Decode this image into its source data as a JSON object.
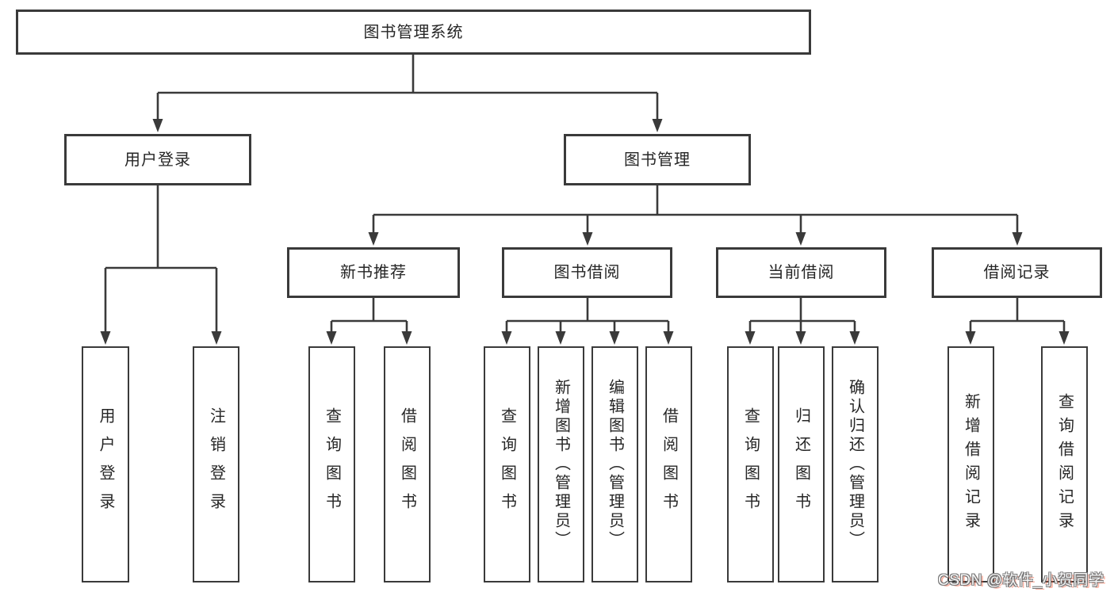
{
  "diagram": {
    "title": "图书管理系统",
    "root": {
      "label": "图书管理系统"
    },
    "level2": [
      {
        "id": "user-login",
        "label": "用户登录"
      },
      {
        "id": "book-management",
        "label": "图书管理"
      }
    ],
    "level3": [
      {
        "id": "new-book-recommend",
        "label": "新书推荐",
        "parent": "图书管理"
      },
      {
        "id": "book-borrow",
        "label": "图书借阅",
        "parent": "图书管理"
      },
      {
        "id": "current-borrow",
        "label": "当前借阅",
        "parent": "图书管理"
      },
      {
        "id": "borrow-records",
        "label": "借阅记录",
        "parent": "图书管理"
      }
    ],
    "leaves": [
      {
        "label": "用户登录",
        "parent": "用户登录"
      },
      {
        "label": "注销登录",
        "parent": "用户登录"
      },
      {
        "label": "查询图书",
        "parent": "新书推荐"
      },
      {
        "label": "借阅图书",
        "parent": "新书推荐"
      },
      {
        "label": "查询图书",
        "parent": "图书借阅"
      },
      {
        "label": "新增图书（管理员）",
        "parent": "图书借阅"
      },
      {
        "label": "编辑图书（管理员）",
        "parent": "图书借阅"
      },
      {
        "label": "借阅图书",
        "parent": "图书借阅"
      },
      {
        "label": "查询图书",
        "parent": "当前借阅"
      },
      {
        "label": "归还图书",
        "parent": "当前借阅"
      },
      {
        "label": "确认归还（管理员）",
        "parent": "当前借阅"
      },
      {
        "label": "新增借阅记录",
        "parent": "借阅记录"
      },
      {
        "label": "查询借阅记录",
        "parent": "借阅记录"
      }
    ],
    "colors": {
      "line": "#3a3a3a",
      "box_border": "#3a3a3a",
      "text": "#262626",
      "background": "#ffffff"
    }
  },
  "watermark": {
    "text": "CSDN @软件_小贺同学",
    "brand_color": "#fc5531"
  }
}
